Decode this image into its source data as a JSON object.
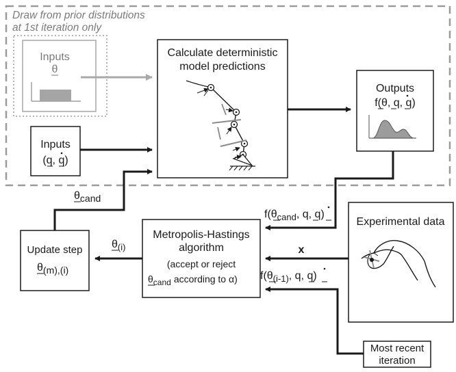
{
  "prior_region": {
    "caption_line1": "Draw from prior distributions",
    "caption_line2": "at 1st iteration only"
  },
  "inputs_theta": {
    "label": "Inputs",
    "symbol": "θ"
  },
  "inputs_q": {
    "label": "Inputs",
    "args": "(q, q)"
  },
  "model": {
    "title_line1": "Calculate deterministic",
    "title_line2": "model predictions"
  },
  "outputs": {
    "label": "Outputs",
    "formula": "f(θ, q, q)"
  },
  "metropolis": {
    "title_line1": "Metropolis-Hastings",
    "title_line2": "algorithm",
    "note_line1": "(accept or reject",
    "note_theta": "θ",
    "note_cand": "cand",
    "note_rest": "according to α)"
  },
  "update": {
    "title": "Update step",
    "theta": "θ",
    "subscript": "(m),(i)"
  },
  "experimental": {
    "label": "Experimental data"
  },
  "recent": {
    "line1": "Most recent",
    "line2": "iteration"
  },
  "arrow_labels": {
    "theta_cand_theta": "θ",
    "theta_cand_sub": "cand",
    "theta_i_theta": "θ",
    "theta_i_sub": "(i)",
    "f_cand_pre": "f(θ",
    "f_cand_sub": "cand",
    "f_cand_post": ", q, q)",
    "x": "x",
    "f_prev_pre": "f(θ",
    "f_prev_sub": "(i-1)",
    "f_prev_post": ", q, q)"
  }
}
